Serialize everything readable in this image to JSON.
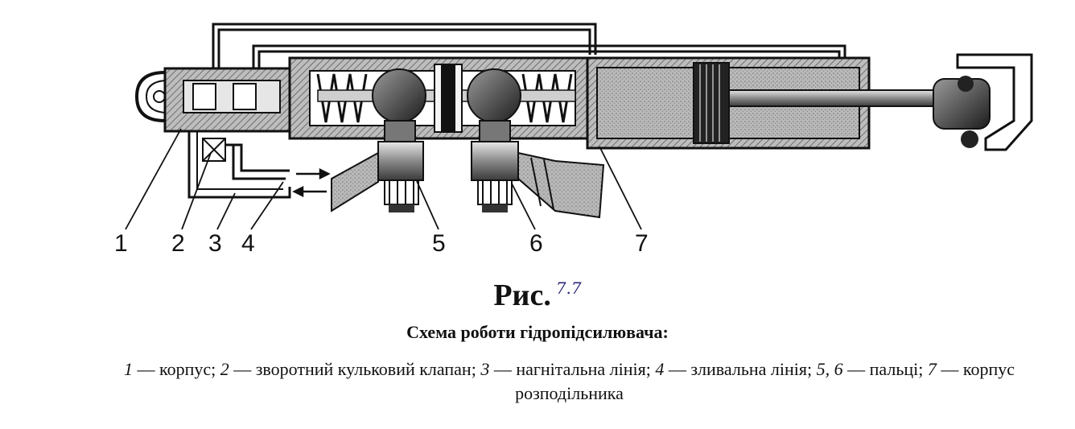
{
  "callouts": [
    "1",
    "2",
    "3",
    "4",
    "5",
    "6",
    "7"
  ],
  "caption": {
    "title": "Рис.",
    "figure_number": "7.7",
    "subtitle": "Схема роботи гідропідсилювача:"
  },
  "legend": [
    {
      "num": "1",
      "text": " — корпус; "
    },
    {
      "num": "2",
      "text": " — зворотний кульковий клапан; "
    },
    {
      "num": "3",
      "text": " — нагнітальна лінія; "
    },
    {
      "num": "4",
      "text": " — зливальна лінія; "
    },
    {
      "num": "5, 6",
      "text": " — пальці; "
    },
    {
      "num": "7",
      "text": " — корпус розподільника"
    }
  ]
}
